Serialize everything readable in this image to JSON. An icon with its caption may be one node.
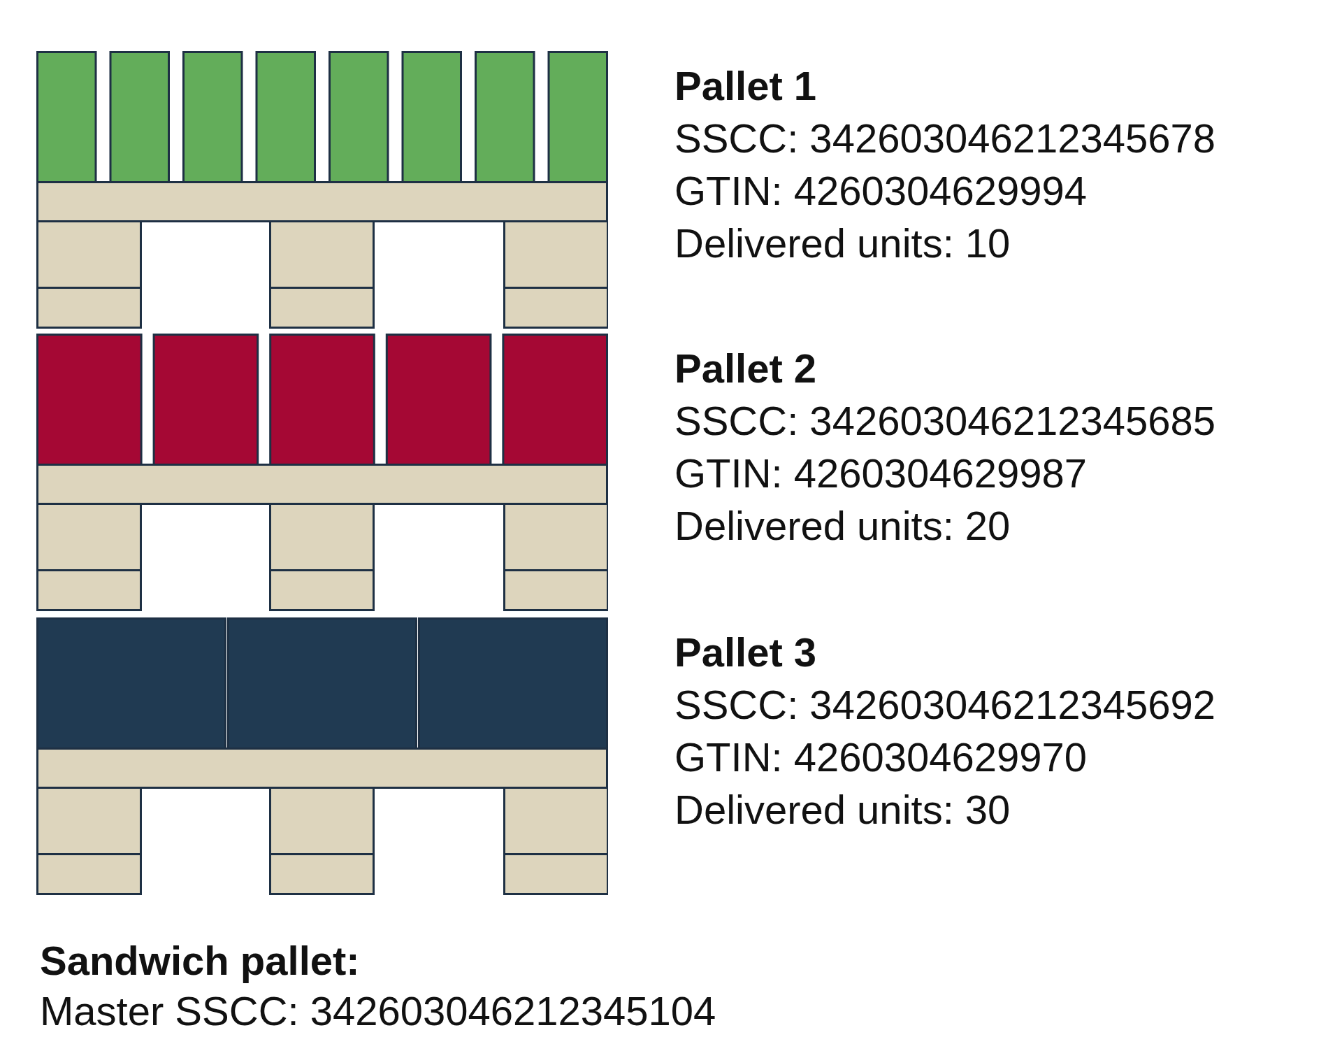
{
  "diagram": {
    "nodes": [
      {
        "text": [],
        "shape": "picture",
        "beside": [
          "Pallet 1",
          "SSCC: 342603046212345678",
          "GTIN: 4260304629994",
          "Delivered units: 10"
        ]
      },
      {
        "text": [],
        "shape": "picture",
        "beside": [
          "Pallet 2",
          "SSCC: 342603046212345685",
          "GTIN: 4260304629987",
          "Delivered units: 20"
        ]
      },
      {
        "text": [],
        "shape": "picture",
        "beside": [
          "Pallet 3",
          "SSCC: 342603046212345692",
          "GTIN: 4260304629970",
          "Delivered units: 30"
        ]
      }
    ],
    "labels": [
      "Sandwich pallet:",
      "Master SSCC: 342603046212345104"
    ]
  }
}
